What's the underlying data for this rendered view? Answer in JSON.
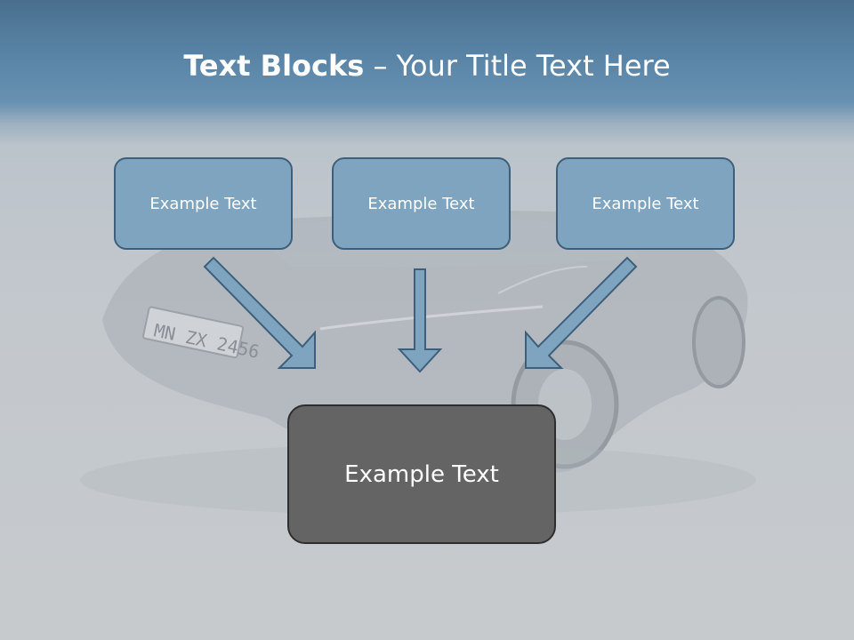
{
  "slide": {
    "title_bold": "Text Blocks",
    "title_rest": " – Your Title Text Here"
  },
  "boxes": [
    {
      "label": "Example Text"
    },
    {
      "label": "Example Text"
    },
    {
      "label": "Example Text"
    }
  ],
  "bottom_box": {
    "label": "Example Text"
  },
  "background_image": {
    "plate_text": "MN ZX 2456",
    "icon": "car-photo"
  },
  "colors": {
    "header": "#5b86a8",
    "box_fill": "#7fa4c0",
    "box_border": "#3d5f7c",
    "bottom_fill": "#646464"
  }
}
